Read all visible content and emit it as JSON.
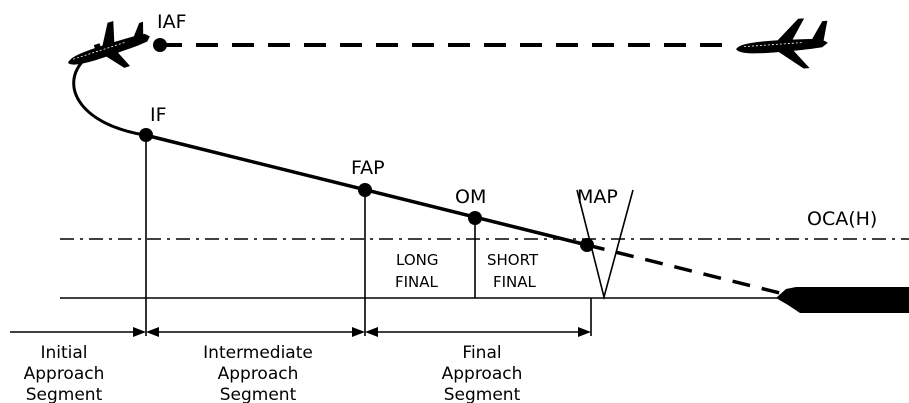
{
  "diagram": {
    "waypoints": {
      "iaf": "IAF",
      "if": "IF",
      "fap": "FAP",
      "om": "OM",
      "map": "MAP"
    },
    "oca": "OCA(H)",
    "final_parts": {
      "long": [
        "LONG",
        "FINAL"
      ],
      "short": [
        "SHORT",
        "FINAL"
      ]
    },
    "segments": {
      "initial": [
        "Initial",
        "Approach",
        "Segment"
      ],
      "intermediate": [
        "Intermediate",
        "Approach",
        "Segment"
      ],
      "final": [
        "Final",
        "Approach",
        "Segment"
      ]
    },
    "icons": [
      "airplane-icon",
      "runway-icon"
    ]
  }
}
